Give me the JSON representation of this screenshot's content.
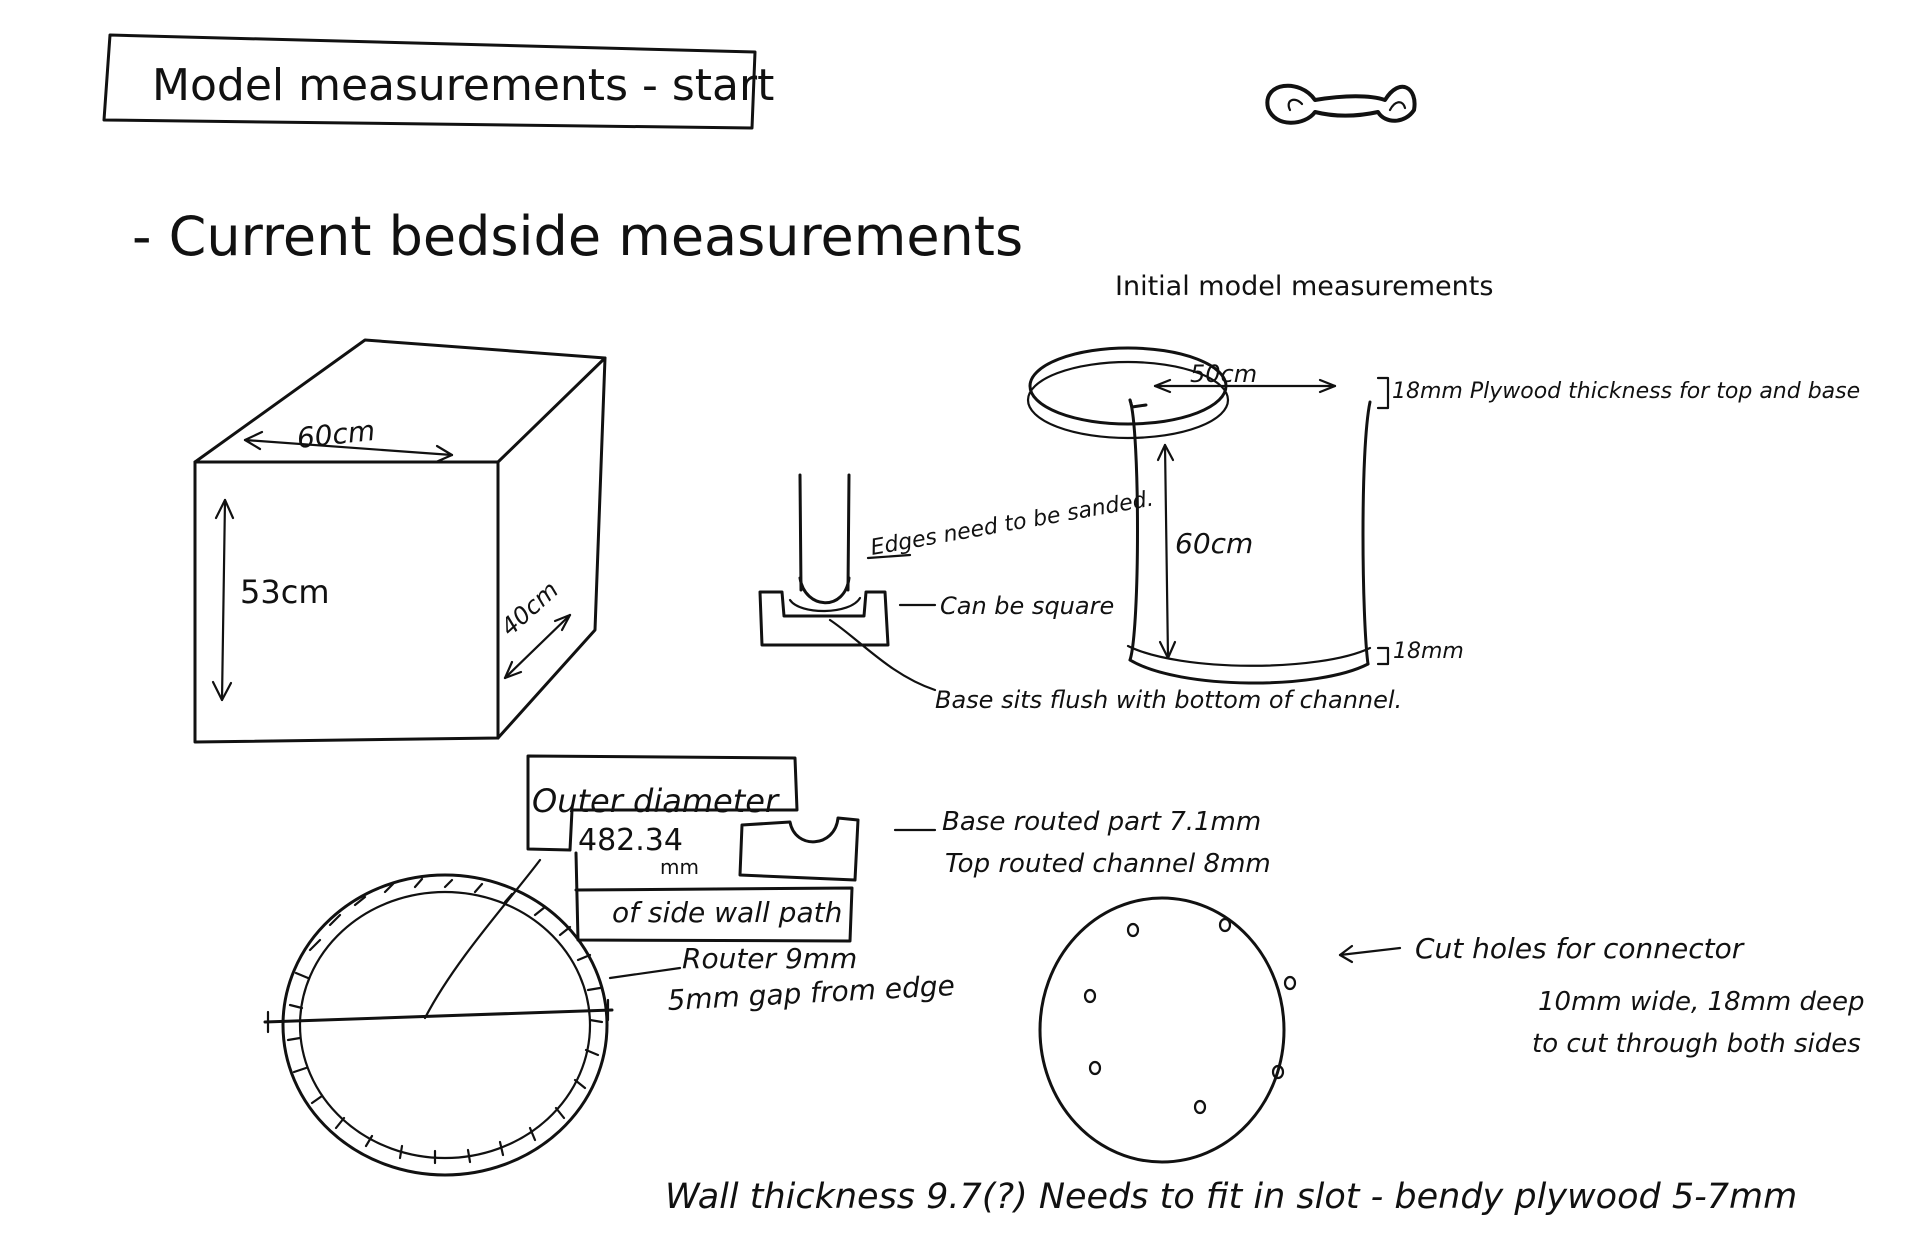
{
  "title": "Model measurements - start",
  "heading_current": "- Current bedside measurements",
  "heading_initial": "Initial model measurements",
  "box": {
    "width_label": "60cm",
    "height_label": "53cm",
    "depth_label": "40cm"
  },
  "cylinder": {
    "diameter_label": "50cm",
    "height_label": "60cm",
    "top_thickness_label": "18mm Plywood thickness for top and base",
    "bottom_thickness_label": "18mm"
  },
  "channel_notes": {
    "edges": "Edges need to be sanded.",
    "square": "Can be square",
    "flush": "Base sits flush with bottom of channel."
  },
  "routed_notes": {
    "outer_diameter_title": "Outer diameter",
    "outer_diameter_value": "482.34",
    "outer_diameter_unit": "mm",
    "outer_diameter_desc": "of side wall path",
    "base_routed": "Base routed part 7.1mm",
    "top_routed": "Top routed channel 8mm",
    "router": "Router 9mm",
    "gap": "5mm gap from edge"
  },
  "holes_notes": {
    "title": "Cut holes for connector",
    "size": "10mm wide, 18mm deep",
    "through": "to cut through both sides"
  },
  "footer_note": "Wall thickness 9.7(?) Needs to fit in slot - bendy plywood 5-7mm"
}
